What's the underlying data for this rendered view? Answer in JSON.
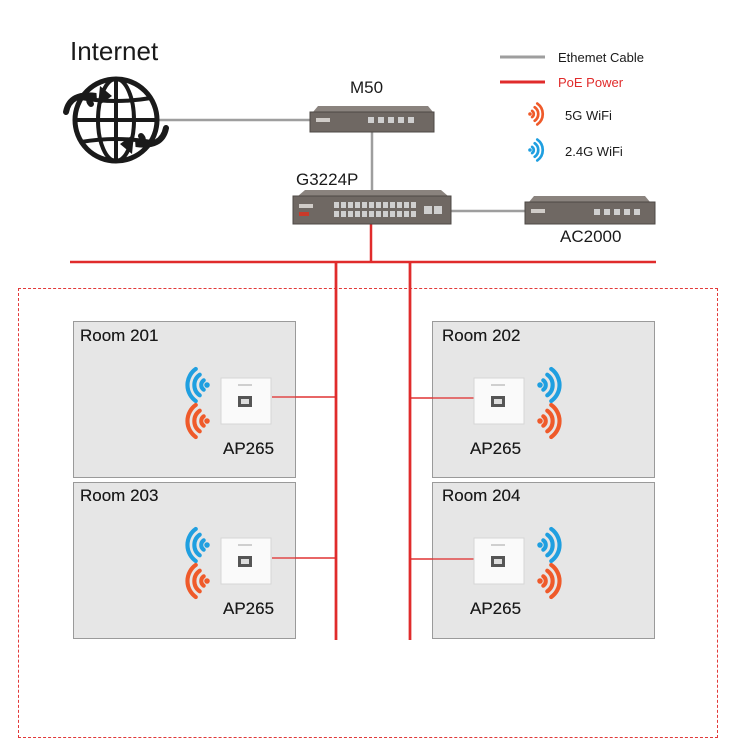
{
  "title": "Internet",
  "devices": {
    "router": "M50",
    "switch": "G3224P",
    "controller": "AC2000"
  },
  "legend": {
    "ethernet": "Ethemet Cable",
    "poe": "PoE Power",
    "wifi5g": "5G WiFi",
    "wifi24g": "2.4G WiFi"
  },
  "rooms": [
    {
      "name": "Room 201",
      "ap": "AP265"
    },
    {
      "name": "Room 202",
      "ap": "AP265"
    },
    {
      "name": "Room 203",
      "ap": "AP265"
    },
    {
      "name": "Room 204",
      "ap": "AP265"
    }
  ],
  "colors": {
    "ethernet": "#9e9e9e",
    "poe": "#e02b2b",
    "wifi5g": "#ef5a2a",
    "wifi24g": "#1f9fe0",
    "room_bg": "#e6e6e6",
    "device": "#6f6863"
  },
  "icons": {
    "globe": "globe-icon",
    "wifi5g": "wifi-5g-icon",
    "wifi24g": "wifi-24g-icon"
  }
}
